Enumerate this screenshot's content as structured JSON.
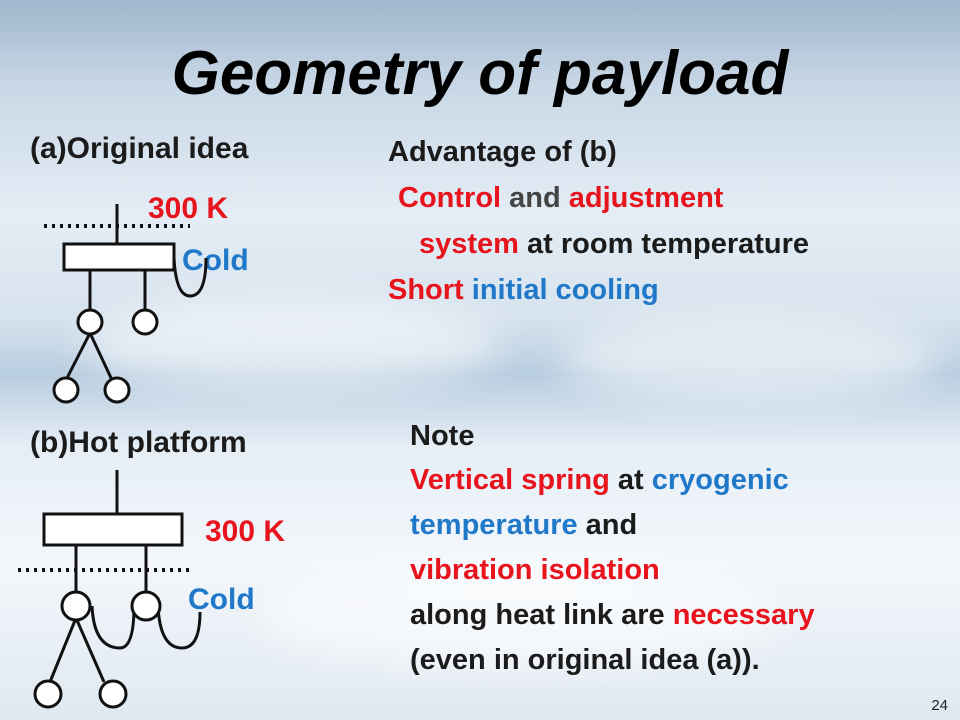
{
  "slide": {
    "title": "Geometry of payload",
    "page_number": "24"
  },
  "diagram_a": {
    "label": "(a)Original idea",
    "warm_label": "300 K",
    "cold_label": "Cold"
  },
  "diagram_b": {
    "label": "(b)Hot platform",
    "warm_label": "300 K",
    "cold_label": "Cold"
  },
  "advantage": {
    "heading": "Advantage of (b)",
    "line1": {
      "a": "Control",
      "b": " and ",
      "c": "adjustment"
    },
    "line2": {
      "a": "system",
      "b": " at room temperature"
    },
    "line3": {
      "a": "Short",
      "b": " initial cooling"
    }
  },
  "note": {
    "heading": "Note",
    "line1": {
      "a": "Vertical spring",
      "b": " at ",
      "c": "cryogenic"
    },
    "line2": {
      "a": "temperature",
      "b": " and"
    },
    "line3": {
      "a": "vibration isolation"
    },
    "line4": {
      "a": "along heat link are ",
      "b": "necessary"
    },
    "line5": {
      "a": "(even in original idea (a))."
    }
  },
  "colors": {
    "red": "#e8141d",
    "blue": "#1f78c8",
    "text": "#1b1b1b"
  }
}
